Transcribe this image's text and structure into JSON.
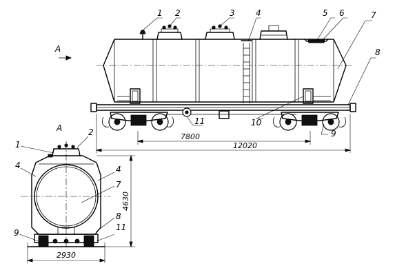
{
  "side_view": {
    "view_letter": "A",
    "callouts": [
      "1",
      "2",
      "3",
      "4",
      "5",
      "6",
      "7",
      "8",
      "9",
      "10",
      "11"
    ],
    "dimensions": {
      "bogie_centers": "7800",
      "overall_length": "12020"
    }
  },
  "end_view": {
    "title_letter": "A",
    "callouts": {
      "c1": "1",
      "c2": "2",
      "c4_left": "4",
      "c4_right": "4",
      "c7": "7",
      "c8": "8",
      "c9": "9",
      "c11": "11"
    },
    "dimensions": {
      "height": "4630",
      "width": "2930"
    }
  }
}
